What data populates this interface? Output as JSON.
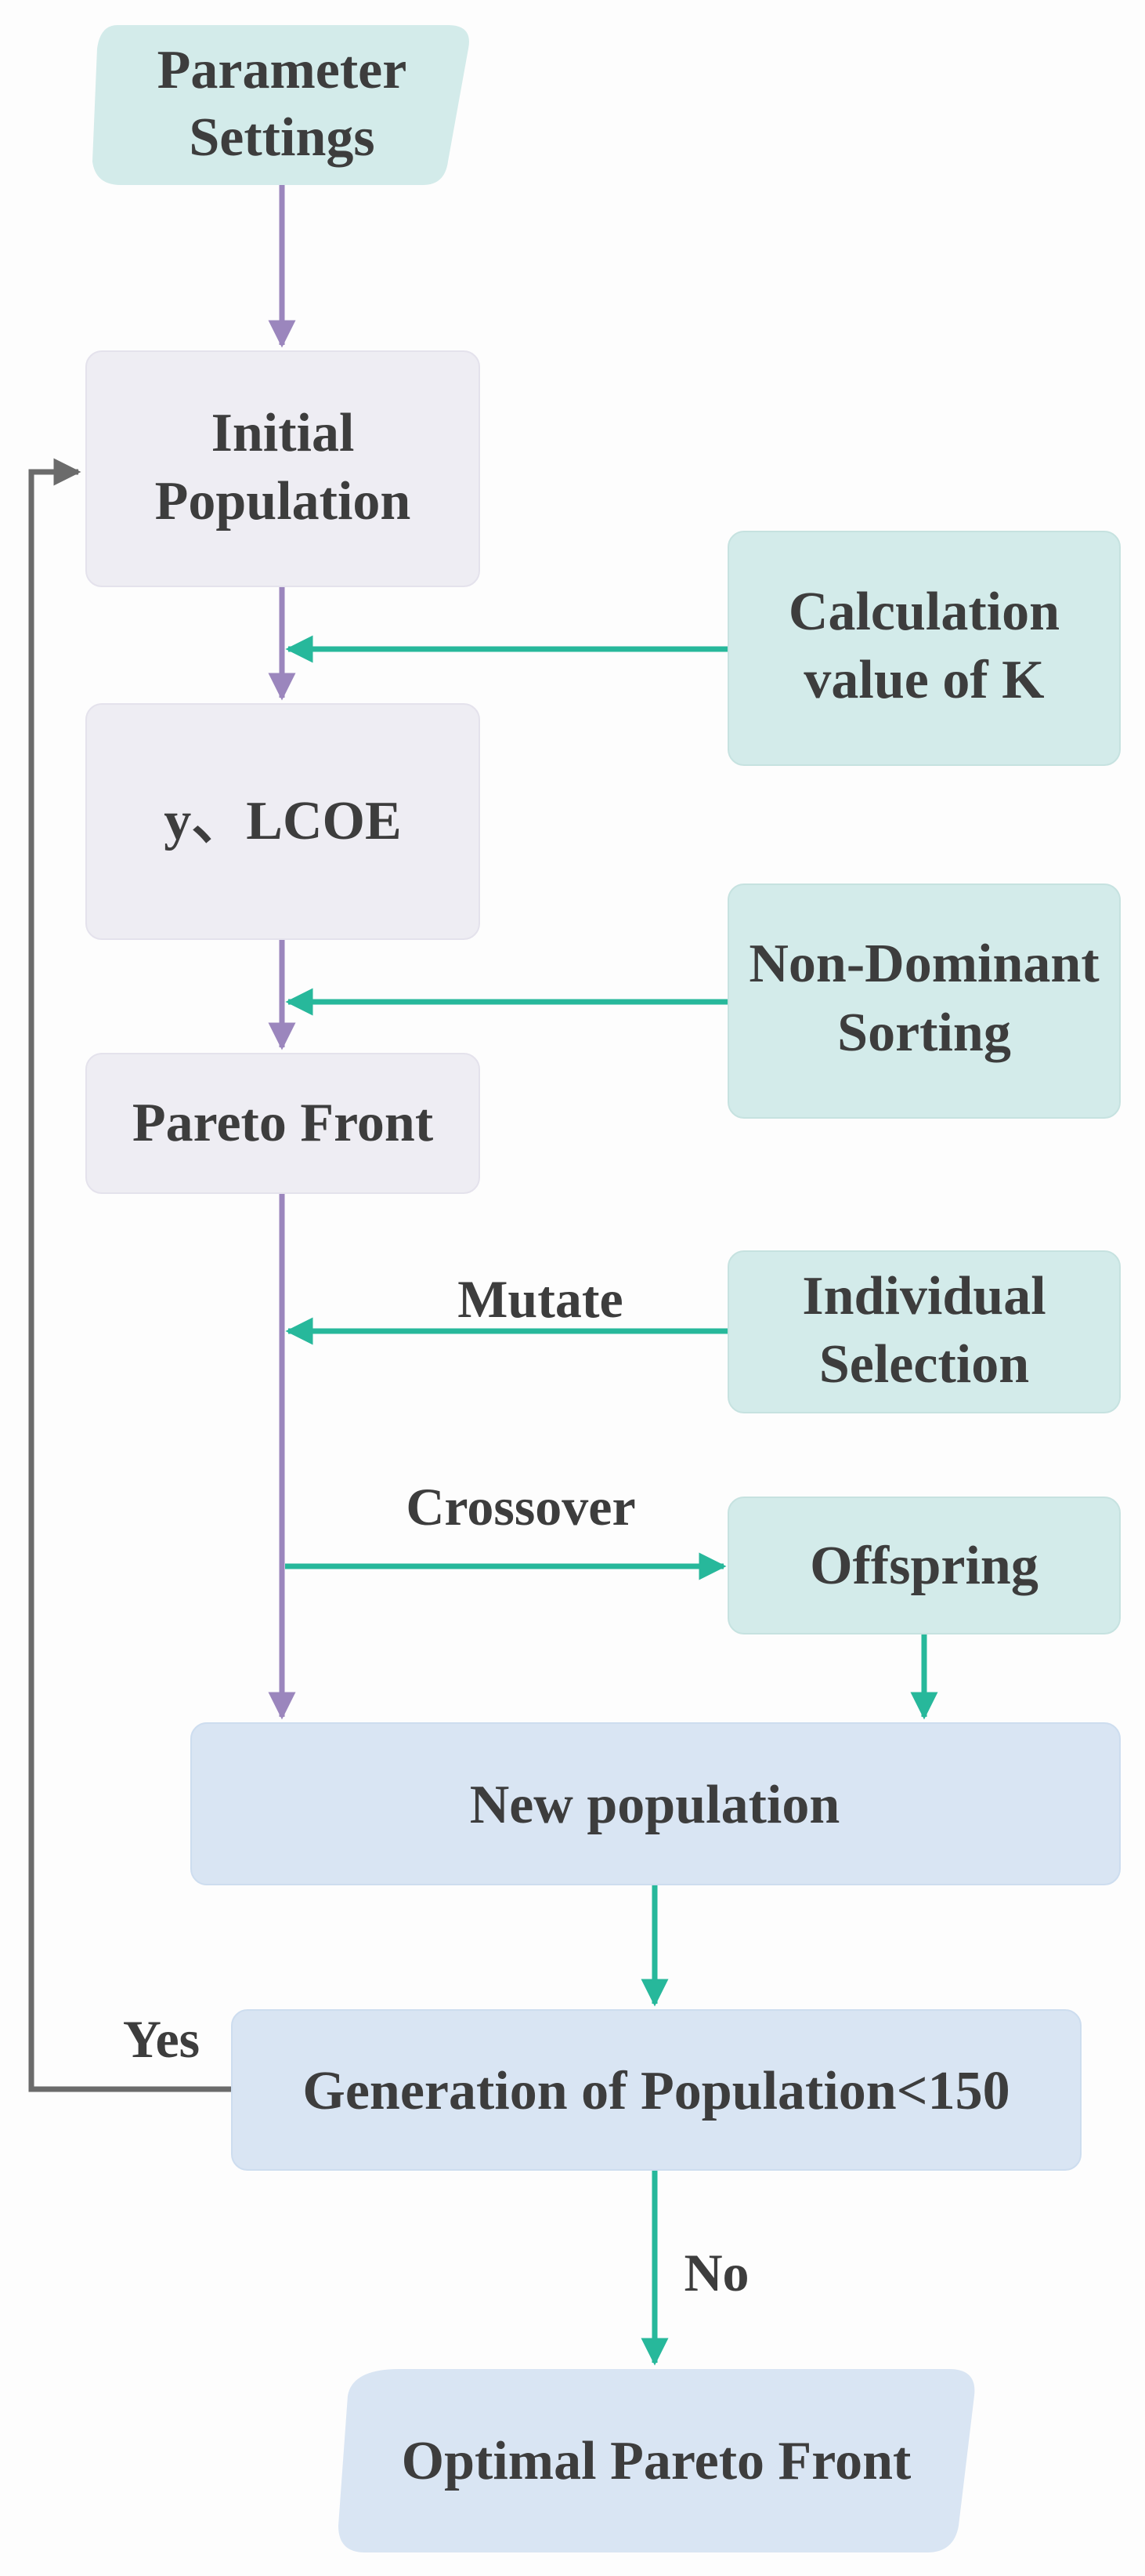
{
  "colors": {
    "teal_fill": "#d3ebea",
    "grey_fill": "#eeedf3",
    "blue_fill": "#d9e5f3",
    "purple_arrow": "#9b86bd",
    "teal_arrow": "#27b89b",
    "grey_arrow": "#6b6b6b",
    "text": "#3d3d3d"
  },
  "nodes": {
    "parameter_settings": {
      "line1": "Parameter",
      "line2": "Settings"
    },
    "initial_population": {
      "line1": "Initial",
      "line2": "Population"
    },
    "y_lcoe": {
      "label": "y、LCOE"
    },
    "pareto_front": {
      "label": "Pareto Front"
    },
    "calculation_k": {
      "line1": "Calculation",
      "line2": "value of K"
    },
    "non_dominant_sorting": {
      "line1": "Non-Dominant",
      "line2": "Sorting"
    },
    "individual_selection": {
      "line1": "Individual",
      "line2": "Selection"
    },
    "offspring": {
      "label": "Offspring"
    },
    "new_population": {
      "label": "New population"
    },
    "generation_check": {
      "label": "Generation of Population<150"
    },
    "optimal_pareto_front": {
      "label": "Optimal Pareto Front"
    }
  },
  "edges": {
    "mutate": "Mutate",
    "crossover": "Crossover",
    "yes": "Yes",
    "no": "No"
  }
}
